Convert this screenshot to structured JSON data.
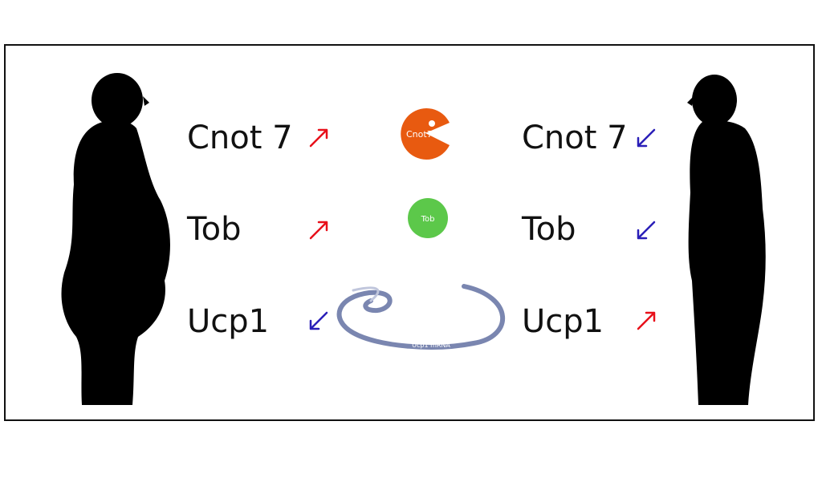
{
  "left": {
    "labels": [
      "Cnot 7",
      "Tob",
      "Ucp1"
    ],
    "arrows": [
      "up",
      "up",
      "down"
    ]
  },
  "right": {
    "labels": [
      "Cnot 7",
      "Tob",
      "Ucp1"
    ],
    "arrows": [
      "down",
      "down",
      "up"
    ]
  },
  "center": {
    "cnot7_label": "Cnot7",
    "tob_label": "Tob",
    "mrna_label": "Ucp1 mRNA"
  },
  "colors": {
    "up": "#e8101a",
    "down": "#2a1fb8",
    "cnot7": "#e85a10",
    "tob": "#5cc84a",
    "mrna": "#7a86b0"
  }
}
